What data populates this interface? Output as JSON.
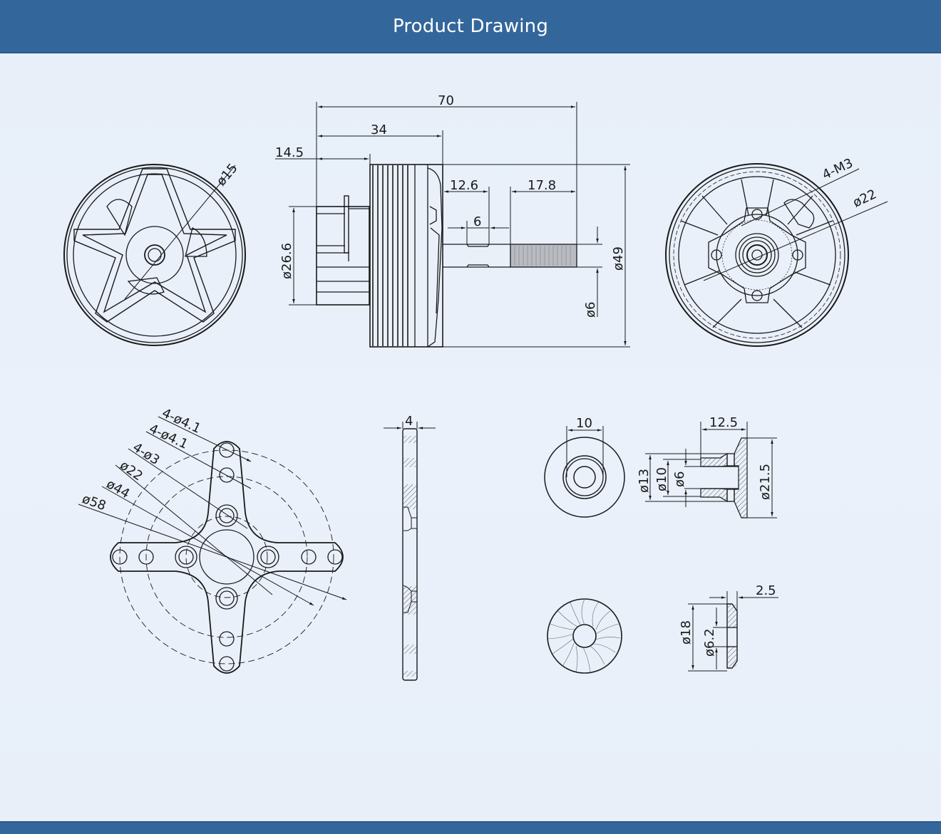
{
  "header": {
    "title": "Product Drawing"
  },
  "colors": {
    "header_bg": "#33679b",
    "canvas_bg": "#e9f0fa",
    "line": "#1a1a1a"
  },
  "views": {
    "front_view": {
      "dims": {
        "shaft_dia": "ø15"
      }
    },
    "side_view": {
      "dims": {
        "overall_length": "70",
        "body_length": "34",
        "rear_length": "14.5",
        "shaft_plain": "12.6",
        "shaft_groove": "6",
        "shaft_thread": "17.8",
        "rear_dia": "ø26.6",
        "body_dia": "ø49",
        "shaft_dia": "ø6"
      }
    },
    "rear_view": {
      "dims": {
        "screws": "4-M3",
        "bolt_circle": "ø22"
      }
    },
    "mount_plate": {
      "dims": {
        "hole_a": "4-ø4.1",
        "hole_b": "4-ø4.1",
        "hole_c": "4-ø3",
        "circle_22": "ø22",
        "circle_44": "ø44",
        "circle_58": "ø58"
      }
    },
    "mount_section": {
      "dims": {
        "thickness": "4"
      }
    },
    "prop_adapter": {
      "dims": {
        "hex_width": "10",
        "length": "12.5",
        "dia_13": "ø13",
        "dia_10": "ø10",
        "dia_6": "ø6",
        "flange_dia": "ø21.5"
      }
    },
    "washer": {
      "dims": {
        "thickness": "2.5",
        "outer_dia": "ø18",
        "inner_dia": "ø6.2"
      }
    }
  }
}
